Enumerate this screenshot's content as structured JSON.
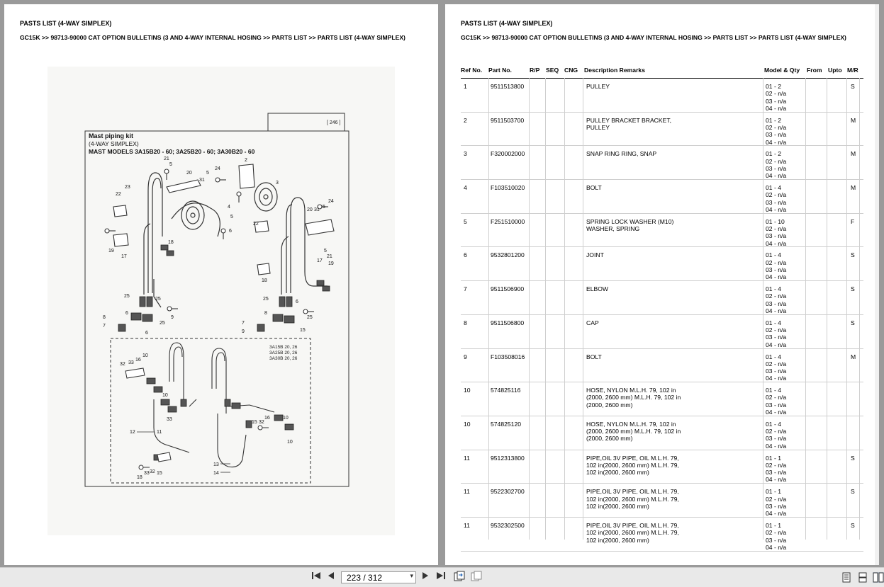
{
  "left_page": {
    "title": "PASTS LIST (4-WAY SIMPLEX)",
    "breadcrumb": "GC15K >> 98713-90000 CAT OPTION BULLETINS (3 AND 4-WAY INTERNAL HOSING >> PARTS LIST >> PARTS LIST (4-WAY SIMPLEX)",
    "diagram": {
      "figure_number": "[ 246 ]",
      "heading": "Mast piping kit",
      "subheading": "(4-WAY SIMPLEX)",
      "models": "MAST MODELS 3A15B20 - 60; 3A25B20 - 60; 3A30B20 - 60",
      "inset_models": [
        "3A15B 20, 26",
        "3A25B 20, 26",
        "3A30B 20, 26"
      ],
      "callouts": [
        "21",
        "5",
        "20",
        "24",
        "2",
        "5",
        "31",
        "23",
        "22",
        "3",
        "4",
        "6",
        "5",
        "20",
        "31",
        "5",
        "24",
        "18",
        "19",
        "17",
        "22",
        "5",
        "21",
        "17",
        "19",
        "18",
        "25",
        "25",
        "6",
        "9",
        "8",
        "7",
        "6",
        "25",
        "25",
        "6",
        "8",
        "7",
        "9",
        "25",
        "15",
        "32",
        "33",
        "16",
        "10",
        "10",
        "33",
        "16",
        "32",
        "15",
        "10",
        "10",
        "12",
        "11",
        "13",
        "14",
        "18",
        "33",
        "32",
        "15"
      ]
    }
  },
  "right_page": {
    "title": "PASTS LIST (4-WAY SIMPLEX)",
    "breadcrumb": "GC15K >> 98713-90000 CAT OPTION BULLETINS (3 AND 4-WAY INTERNAL HOSING >> PARTS LIST >> PARTS LIST (4-WAY SIMPLEX)",
    "columns": [
      "Ref No.",
      "Part No.",
      "R/P",
      "SEQ",
      "CNG",
      "Description Remarks",
      "Model & Qty",
      "From",
      "Upto",
      "M/R"
    ],
    "rows": [
      {
        "ref": "1",
        "part": "9511513800",
        "desc": "PULLEY",
        "qty": "01 - 2\n02 - n/a\n03 - n/a\n04 - n/a",
        "mr": "S"
      },
      {
        "ref": "2",
        "part": "9511503700",
        "desc": "PULLEY BRACKET BRACKET,\nPULLEY",
        "qty": "01 - 2\n02 - n/a\n03 - n/a\n04 - n/a",
        "mr": "M"
      },
      {
        "ref": "3",
        "part": "F320002000",
        "desc": "SNAP RING RING, SNAP",
        "qty": "01 - 2\n02 - n/a\n03 - n/a\n04 - n/a",
        "mr": "M"
      },
      {
        "ref": "4",
        "part": "F103510020",
        "desc": "BOLT",
        "qty": "01 - 4\n02 - n/a\n03 - n/a\n04 - n/a",
        "mr": "M"
      },
      {
        "ref": "5",
        "part": "F251510000",
        "desc": "SPRING LOCK WASHER (M10)\nWASHER, SPRING",
        "qty": "01 - 10\n02 - n/a\n03 - n/a\n04 - n/a",
        "mr": "F"
      },
      {
        "ref": "6",
        "part": "9532801200",
        "desc": "JOINT",
        "qty": "01 - 4\n02 - n/a\n03 - n/a\n04 - n/a",
        "mr": "S"
      },
      {
        "ref": "7",
        "part": "9511506900",
        "desc": "ELBOW",
        "qty": "01 - 4\n02 - n/a\n03 - n/a\n04 - n/a",
        "mr": "S"
      },
      {
        "ref": "8",
        "part": "9511506800",
        "desc": "CAP",
        "qty": "01 - 4\n02 - n/a\n03 - n/a\n04 - n/a",
        "mr": "S"
      },
      {
        "ref": "9",
        "part": "F103508016",
        "desc": "BOLT",
        "qty": "01 - 4\n02 - n/a\n03 - n/a\n04 - n/a",
        "mr": "M"
      },
      {
        "ref": "10",
        "part": "574825116",
        "desc": "HOSE, NYLON M.L.H. 79, 102 in\n(2000, 2600 mm) M.L.H. 79, 102 in\n(2000, 2600 mm)",
        "qty": "01 - 4\n02 - n/a\n03 - n/a\n04 - n/a",
        "mr": ""
      },
      {
        "ref": "10",
        "part": "574825120",
        "desc": "HOSE, NYLON M.L.H. 79, 102 in\n(2000, 2600 mm) M.L.H. 79, 102 in\n(2000, 2600 mm)",
        "qty": "01 - 4\n02 - n/a\n03 - n/a\n04 - n/a",
        "mr": ""
      },
      {
        "ref": "11",
        "part": "9512313800",
        "desc": "PIPE,OIL 3V PIPE, OIL M.L.H. 79,\n102 in(2000, 2600 mm) M.L.H. 79,\n102 in(2000, 2600 mm)",
        "qty": "01 - 1\n02 - n/a\n03 - n/a\n04 - n/a",
        "mr": "S"
      },
      {
        "ref": "11",
        "part": "9522302700",
        "desc": "PIPE,OIL 3V PIPE, OIL M.L.H. 79,\n102 in(2000, 2600 mm) M.L.H. 79,\n102 in(2000, 2600 mm)",
        "qty": "01 - 1\n02 - n/a\n03 - n/a\n04 - n/a",
        "mr": "S"
      },
      {
        "ref": "11",
        "part": "9532302500",
        "desc": "PIPE,OIL 3V PIPE, OIL M.L.H. 79,\n102 in(2000, 2600 mm) M.L.H. 79,\n102 in(2000, 2600 mm)",
        "qty": "01 - 1\n02 - n/a\n03 - n/a\n04 - n/a",
        "mr": "S"
      }
    ]
  },
  "toolbar": {
    "page_indicator": "223 / 312",
    "buttons": [
      "first-page-icon",
      "previous-page-icon",
      "next-page-icon",
      "last-page-icon",
      "fit-page-icon",
      "fit-width-icon",
      "single-page-view-icon",
      "continuous-view-icon",
      "two-page-view-icon"
    ]
  }
}
